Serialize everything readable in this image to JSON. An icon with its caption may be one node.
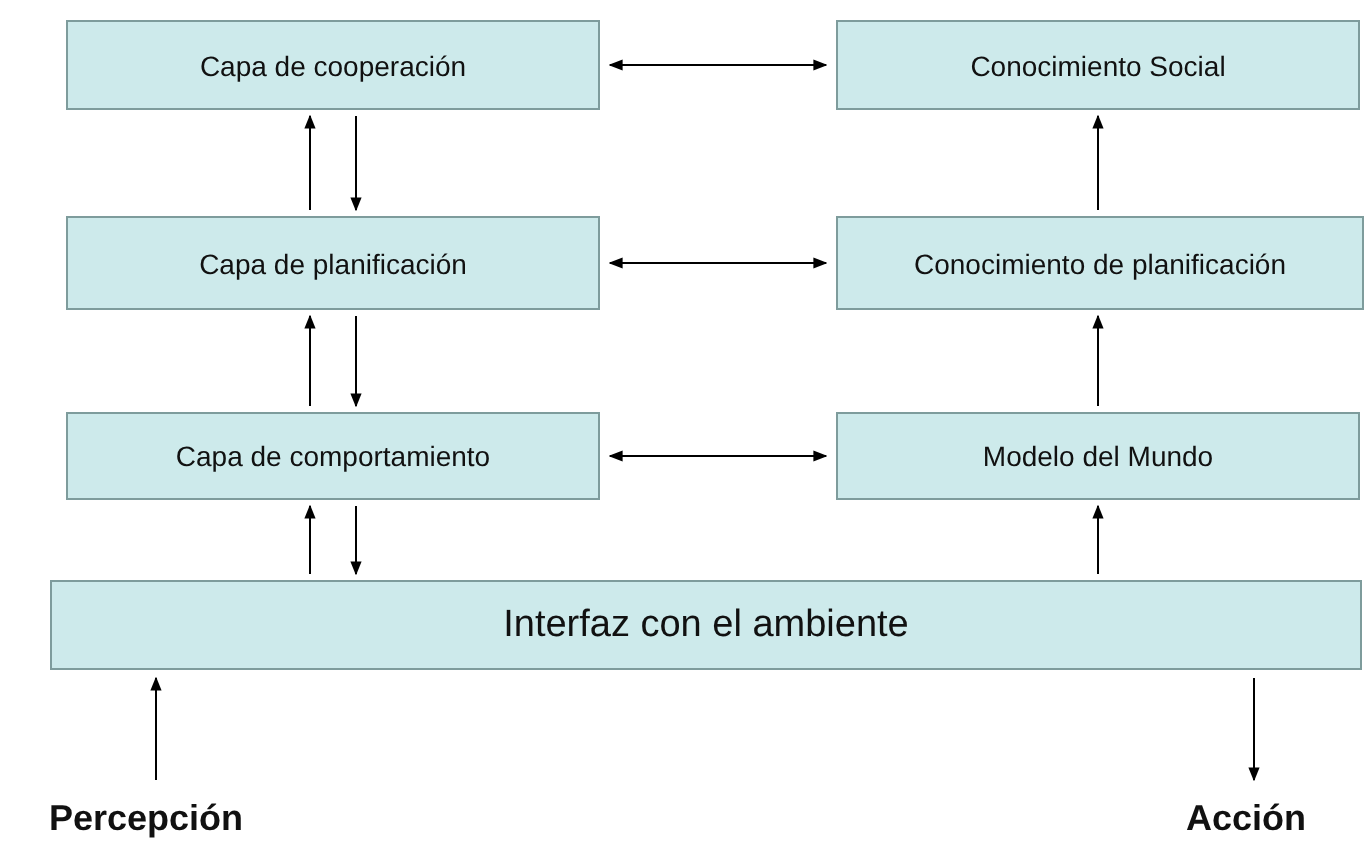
{
  "diagram": {
    "nodes": [
      {
        "text": [
          "Capa de cooperación"
        ]
      },
      {
        "text": [
          "Conocimiento Social"
        ]
      },
      {
        "text": [
          "Capa de planificación"
        ]
      },
      {
        "text": [
          "Conocimiento de planificación"
        ]
      },
      {
        "text": [
          "Capa de comportamiento"
        ]
      },
      {
        "text": [
          "Modelo del Mundo"
        ]
      },
      {
        "text": [
          "Interfaz con el ambiente"
        ]
      },
      {
        "text": [
          "Percepción"
        ]
      },
      {
        "text": [
          "Acción"
        ]
      }
    ],
    "edges": [
      {
        "from": 0,
        "to": 1,
        "arrow": "both"
      },
      {
        "from": 2,
        "to": 0,
        "arrow": "to"
      },
      {
        "from": 0,
        "to": 2,
        "arrow": "to"
      },
      {
        "from": 3,
        "to": 1,
        "arrow": "to"
      },
      {
        "from": 2,
        "to": 3,
        "arrow": "both"
      },
      {
        "from": 4,
        "to": 2,
        "arrow": "to"
      },
      {
        "from": 2,
        "to": 4,
        "arrow": "to"
      },
      {
        "from": 5,
        "to": 3,
        "arrow": "to"
      },
      {
        "from": 4,
        "to": 5,
        "arrow": "both"
      },
      {
        "from": 6,
        "to": 4,
        "arrow": "to"
      },
      {
        "from": 4,
        "to": 6,
        "arrow": "to"
      },
      {
        "from": 6,
        "to": 5,
        "arrow": "to"
      },
      {
        "from": 7,
        "to": 6,
        "arrow": "to"
      },
      {
        "from": 6,
        "to": 8,
        "arrow": "to"
      }
    ]
  }
}
